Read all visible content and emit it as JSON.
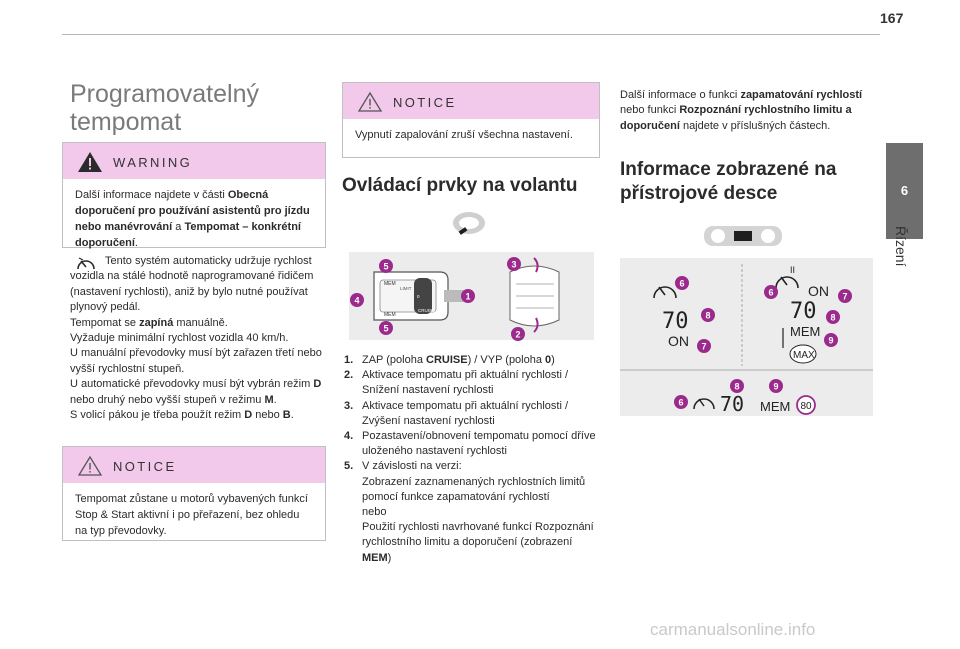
{
  "page": {
    "number": "167",
    "chapter_tab": "6",
    "chapter_label": "Řízení",
    "watermark": "carmanualsonline.info"
  },
  "col1": {
    "title": "Programovatelný tempomat",
    "warning": {
      "title": "WARNING",
      "parts": [
        "Další informace najdete v části ",
        "Obecná doporučení pro používání asistentů pro jízdu nebo manévrování",
        " a ",
        "Tempomat – konkrétní doporučení",
        "."
      ]
    },
    "intro": {
      "first": "Tento systém automaticky udržuje rychlost vozidla na stálé hodnotě naprogramované řidičem (nastavení rychlosti), aniž by bylo nutné používat plynový pedál.",
      "line2a": "Tempomat se ",
      "line2b": "zapíná",
      "line2c": " manuálně.",
      "line3": "Vyžaduje minimální rychlost vozidla 40 km/h.",
      "line4": "U manuální převodovky musí být zařazen třetí nebo vyšší rychlostní stupeň.",
      "line5a": "U automatické převodovky musí být vybrán režim ",
      "line5b": "D",
      "line5c": " nebo druhý nebo vyšší stupeň v režimu ",
      "line5d": "M",
      "line5e": ".",
      "line6a": "S volicí pákou je třeba použít režim ",
      "line6b": "D",
      "line6c": " nebo ",
      "line6d": "B",
      "line6e": "."
    },
    "notice": {
      "title": "NOTICE",
      "text": "Tempomat zůstane u motorů vybavených funkcí Stop & Start aktivní i po přeřazení, bez ohledu na typ převodovky."
    }
  },
  "col2": {
    "notice": {
      "title": "NOTICE",
      "text": "Vypnutí zapalování zruší všechna nastavení."
    },
    "heading": "Ovládací prvky na volantu",
    "figure": {
      "lever_labels": [
        "CRUISE",
        "MEM",
        "MEM",
        "LIMIT",
        "0"
      ],
      "badges": [
        "1",
        "2",
        "3",
        "4",
        "5",
        "5"
      ]
    },
    "list": [
      {
        "n": "1.",
        "a": "ZAP (poloha ",
        "b": "CRUISE",
        "c": ") / VYP (poloha ",
        "d": "0",
        "e": ")"
      },
      {
        "n": "2.",
        "a": "Aktivace tempomatu při aktuální rychlosti / Snížení nastavení rychlosti"
      },
      {
        "n": "3.",
        "a": "Aktivace tempomatu při aktuální rychlosti / Zvýšení nastavení rychlosti"
      },
      {
        "n": "4.",
        "a": "Pozastavení/obnovení tempomatu pomocí dříve uloženého nastavení rychlosti"
      },
      {
        "n": "5.",
        "a": "V závislosti na verzi:",
        "b2": "Zobrazení zaznamenaných rychlostních limitů pomocí funkce zapamatování rychlostí",
        "c2": "nebo",
        "d2": "Použití rychlosti navrhované funkcí Rozpoznání rychlostního limitu a doporučení (zobrazení ",
        "e2": "MEM",
        "f2": ")"
      }
    ]
  },
  "col3": {
    "intro": {
      "a": "Další informace o funkci ",
      "b": "zapamatování rychlostí",
      "c": " nebo funkci ",
      "d": "Rozpoznání rychlostního limitu a doporučení",
      "e": " najdete v příslušných částech."
    },
    "heading": "Informace zobrazené na přístrojové desce",
    "display": {
      "speed": "70",
      "on": "ON",
      "mem": "MEM",
      "max": "MAX",
      "sign": "80",
      "pause": "II",
      "badges": [
        "6",
        "8",
        "7",
        "6",
        "7",
        "8",
        "9",
        "8",
        "9",
        "6"
      ]
    }
  }
}
